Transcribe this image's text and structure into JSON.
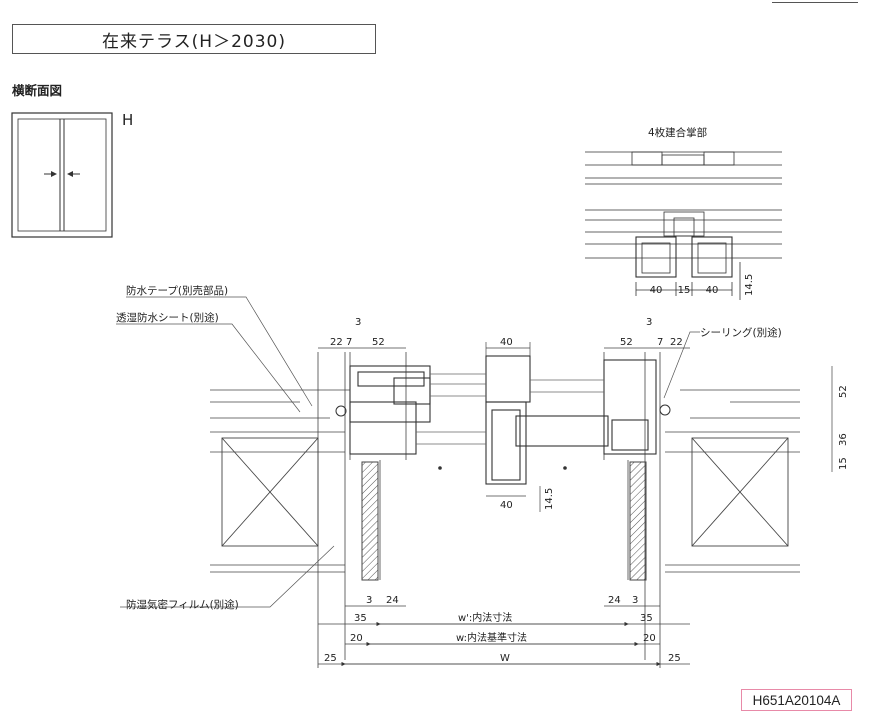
{
  "title": "在来テラス(H＞2030)",
  "section_label": "横断面図",
  "thumb_label": "H",
  "detail_title": "4枚建合掌部",
  "callouts": {
    "waterproof_tape": "防水テープ(別売部品)",
    "breathable_sheet": "透湿防水シート(別途)",
    "sealing": "シーリング(別途)",
    "moisture_film": "防湿気密フィルム(別途)"
  },
  "dims": {
    "inner_size": "w':内法寸法",
    "inner_base_size": "w:内法基準寸法",
    "overall": "W",
    "d3": "3",
    "d22": "22",
    "d7": "7",
    "d52": "52",
    "d40": "40",
    "d15": "15",
    "d36": "36",
    "d14_5": "14.5",
    "d24": "24",
    "d35": "35",
    "d20": "20",
    "d25": "25"
  },
  "code": "H651A20104A"
}
